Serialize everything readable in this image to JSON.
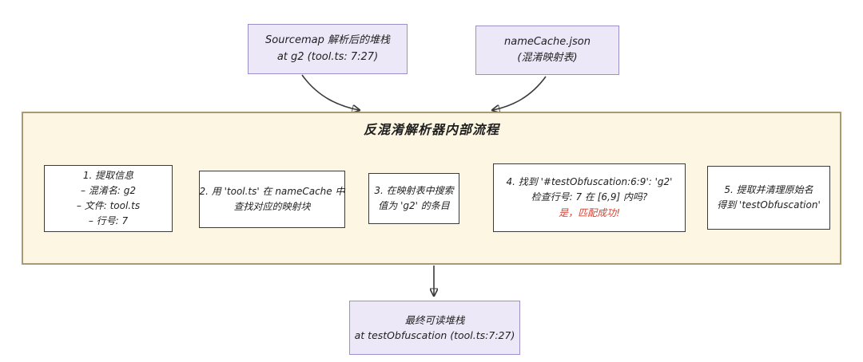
{
  "diagram": {
    "inputs": {
      "sourcemap_box": {
        "line1": "Sourcemap 解析后的堆栈",
        "line2": "at g2 (tool.ts: 7:27)"
      },
      "namecache_box": {
        "line1": "nameCache.json",
        "line2": "(混淆映射表)"
      }
    },
    "pipeline": {
      "title": "反混淆解析器内部流程",
      "steps": [
        {
          "lines": [
            "1. 提取信息",
            "– 混淆名: g2",
            "– 文件: tool.ts",
            "– 行号: 7"
          ]
        },
        {
          "lines": [
            "2. 用 'tool.ts' 在 nameCache 中",
            "查找对应的映射块"
          ]
        },
        {
          "lines": [
            "3. 在映射表中搜索",
            "值为 'g2' 的条目"
          ]
        },
        {
          "lines": [
            "4. 找到 '#testObfuscation:6:9': 'g2'",
            "检查行号: 7 在 [6,9] 内吗?",
            "是，匹配成功!"
          ]
        },
        {
          "lines": [
            "5. 提取并清理原始名",
            "得到 'testObfuscation'"
          ]
        }
      ]
    },
    "output_box": {
      "line1": "最终可读堆栈",
      "line2": "at testObfuscation (tool.ts:7:27)"
    },
    "colors": {
      "input_fill": "#ece8f8",
      "input_border": "#9d8fc7",
      "pipeline_fill": "#fcf6e2",
      "pipeline_border": "#a89a72",
      "step_fill": "#ffffff",
      "step_border": "#3b3b3b",
      "text": "#1f1f1f",
      "success_text": "#d5402f",
      "arrow": "#3a3a3a"
    }
  }
}
